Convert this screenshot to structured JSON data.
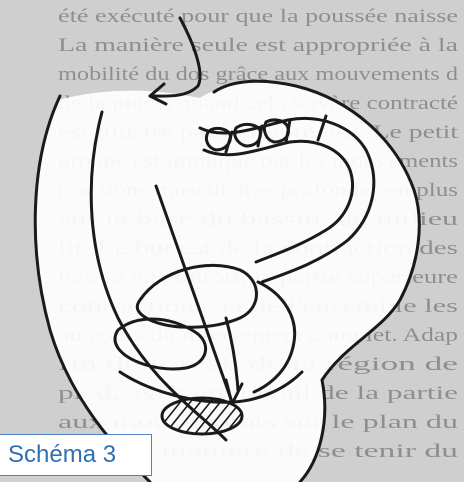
{
  "caption": "Schéma 3",
  "colors": {
    "paper": "#cfcfcf",
    "ink": "#1a1a1a",
    "caption_border": "#4f81c7",
    "caption_text": "#2f6fb3"
  },
  "background_text_lines": [
    "été exécuté pour que la poussée naisse",
    "La manière seule est appropriée à la",
    "mobilité du dos grâce aux mouvements d",
    "de la pince, quand cela s'avère contracté",
    "est illustré par la figure 5-2. Le petit",
    "groupe est impliqué par les mouvements",
    "réactions musculaires profondes en plus",
    "sur la base du bassin, du milieu",
    "lit. Le but est de la contraction des",
    "bassin en confort, la partie supérieure",
    "contractions, et de l'ensemble les",
    "au cours du mouvement complet. Adap",
    "fin du travail de la région de",
    "pied, avec un travail de la partie",
    "aux mouvements sur le plan du",
    "avec la manière de se tenir du"
  ]
}
